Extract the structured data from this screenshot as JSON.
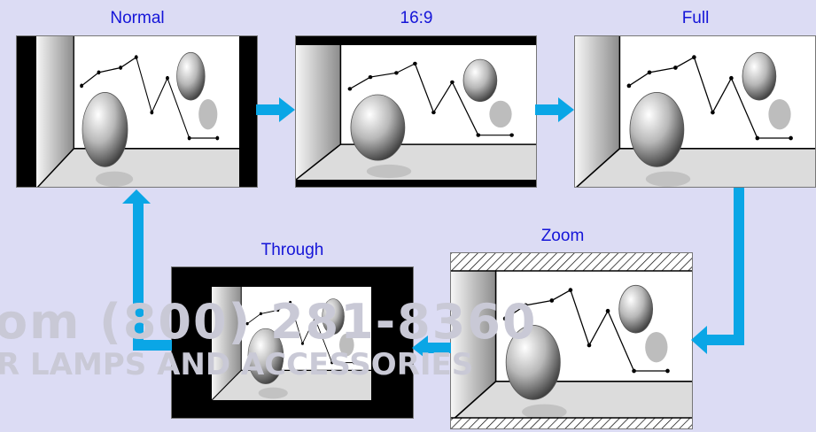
{
  "modes": {
    "normal": "Normal",
    "wide": "16:9",
    "full": "Full",
    "zoom": "Zoom",
    "through": "Through"
  },
  "watermark": {
    "phone": "om (800) 281-8360",
    "tagline": "R LAMPS AND ACCESSORIES"
  },
  "colors": {
    "background": "#dcdcf4",
    "label": "#1515d8",
    "arrow": "#0aa6e6"
  }
}
